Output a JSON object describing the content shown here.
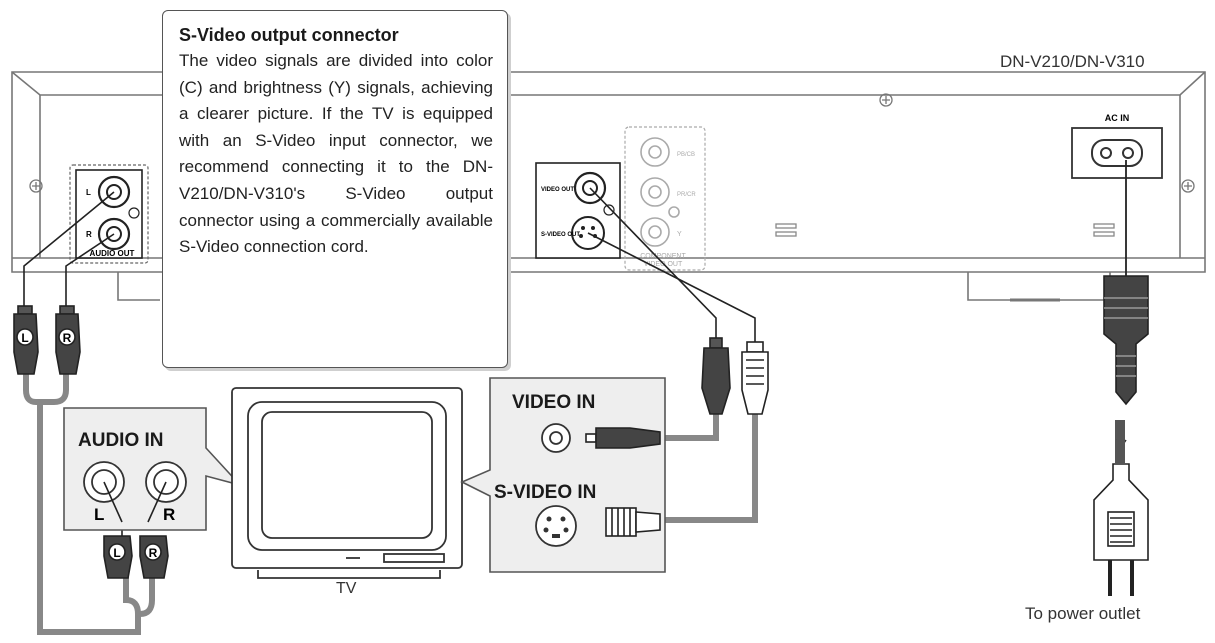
{
  "model_label": "DN-V210/DN-V310",
  "callout": {
    "title": "S-Video output connector",
    "body": "The video signals are divided into color (C) and brightness (Y) signals, achieving a clearer picture. If the TV is equipped with an S-Video input connector, we recommend connecting it to the DN-V210/DN-V310's S-Video output connector using a commercially available S-Video connection cord."
  },
  "rear_panel": {
    "ac_in": "AC IN",
    "audio_out": "AUDIO OUT",
    "audio_out_left": "L",
    "audio_out_right": "R",
    "video_out": "VIDEO OUT",
    "svideo_out": "S-VIDEO OUT",
    "component_pb": "PB/CB",
    "component_pr": "PR/CR",
    "component_y": "Y",
    "component_label_1": "COMPONENT",
    "component_label_2": "VIDEO OUT"
  },
  "tv": {
    "label": "TV",
    "audio_in": "AUDIO IN",
    "audio_in_left": "L",
    "audio_in_right": "R",
    "video_in": "VIDEO IN",
    "svideo_in": "S-VIDEO IN"
  },
  "plugs": {
    "left": "L",
    "right": "R"
  },
  "power_label": "To power outlet"
}
